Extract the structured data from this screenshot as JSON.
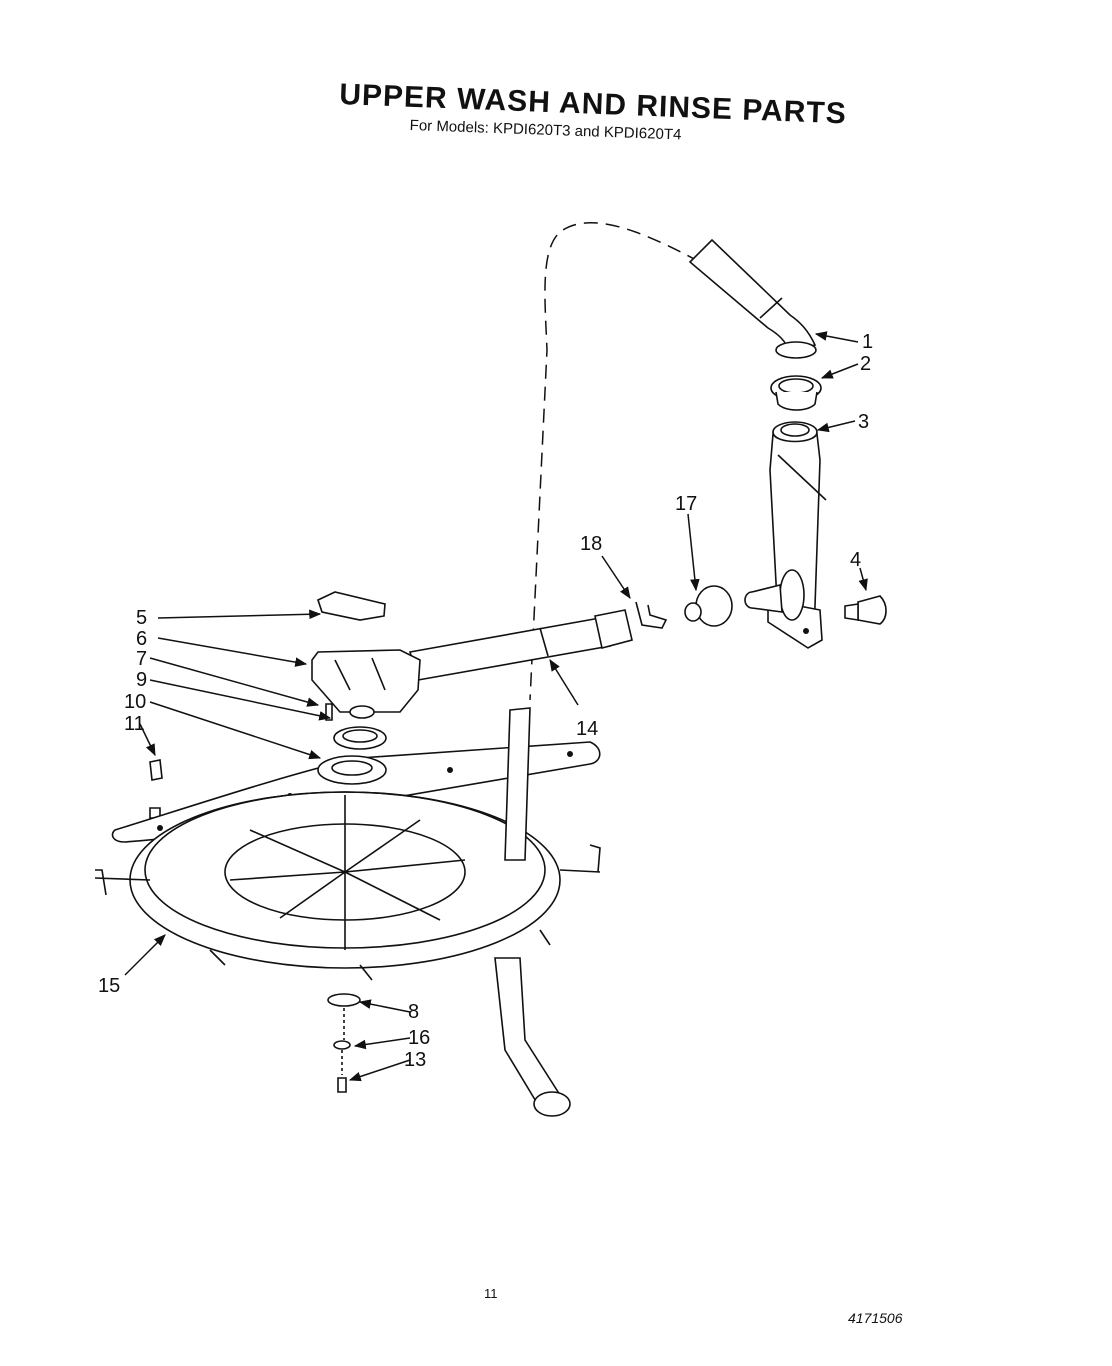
{
  "header": {
    "title": "UPPER WASH AND RINSE PARTS",
    "subtitle": "For Models: KPDI620T3 and KPDI620T4"
  },
  "footer": {
    "page_number": "11",
    "document_number": "4171506"
  },
  "callouts": {
    "c1": "1",
    "c2": "2",
    "c3": "3",
    "c4": "4",
    "c5": "5",
    "c6": "6",
    "c7": "7",
    "c8": "8",
    "c9": "9",
    "c10": "10",
    "c11": "11",
    "c13": "13",
    "c14": "14",
    "c15": "15",
    "c16": "16",
    "c17": "17",
    "c18": "18"
  }
}
